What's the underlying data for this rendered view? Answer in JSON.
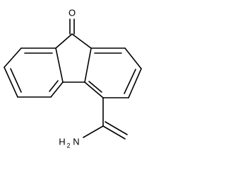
{
  "structure": {
    "atoms": {
      "ketone_oxygen": {
        "symbol": "O"
      },
      "amide_nitrogen": {
        "symbol": "H",
        "subscript": "2",
        "suffix": "N"
      }
    },
    "colors": {
      "bond": "#000000",
      "label": "#000000",
      "background": "#ffffff"
    }
  }
}
